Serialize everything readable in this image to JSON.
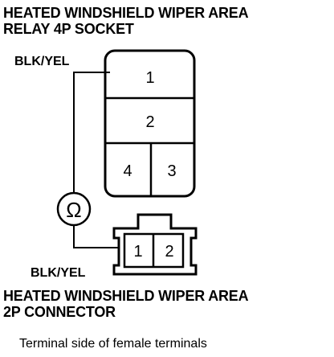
{
  "relay_socket": {
    "title_line1": "HEATED WINDSHIELD WIPER AREA",
    "title_line2": "RELAY 4P SOCKET",
    "terminals": [
      "1",
      "2",
      "4",
      "3"
    ]
  },
  "wire_top": {
    "label": "BLK/YEL"
  },
  "wire_bottom": {
    "label": "BLK/YEL"
  },
  "meter": {
    "symbol": "Ω",
    "icon": "ohmmeter-icon"
  },
  "connector": {
    "title_line1": "HEATED WINDSHIELD WIPER AREA",
    "title_line2": "2P CONNECTOR",
    "terminals": [
      "1",
      "2"
    ]
  },
  "caption": "Terminal side of female terminals"
}
